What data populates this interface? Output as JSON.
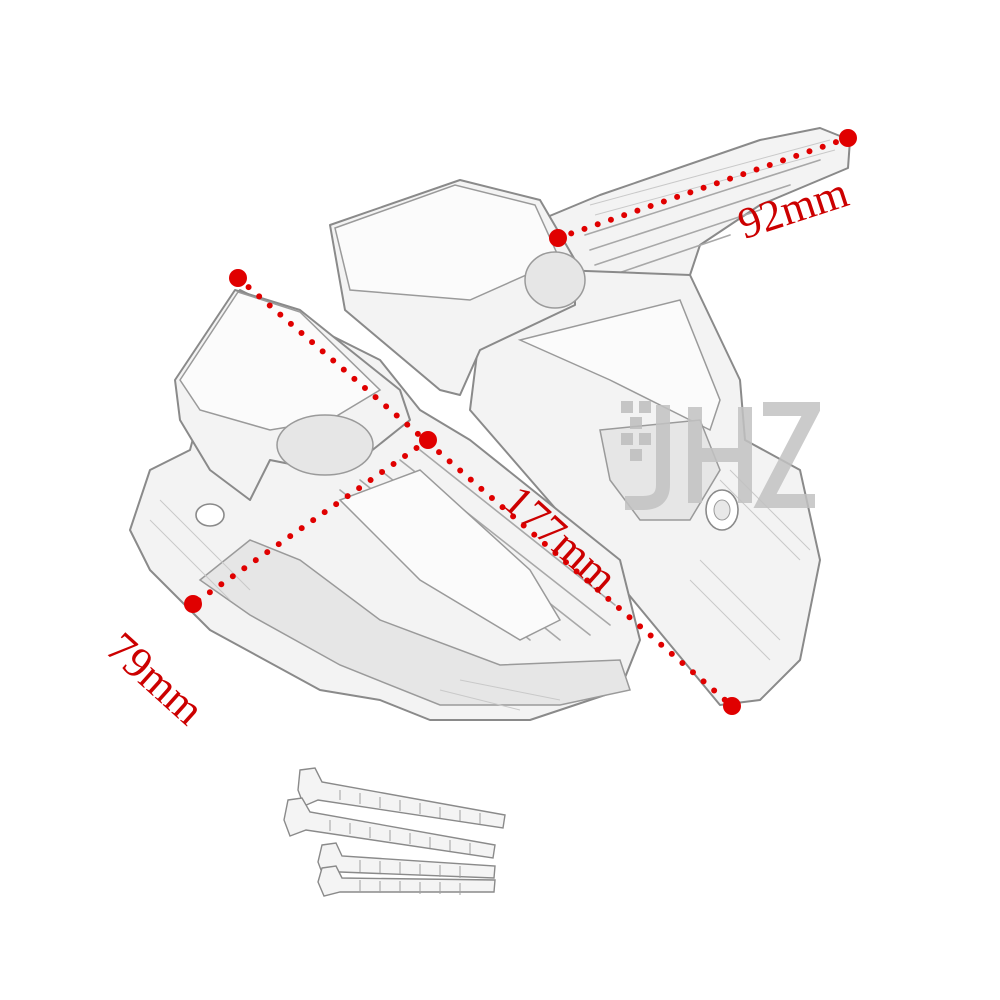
{
  "dimensions": {
    "length_label": "177mm",
    "width_label": "79mm",
    "extension_label": "92mm"
  },
  "colors": {
    "dimension_red": "#e00000",
    "dimension_text": "#cc0000",
    "part_outline": "#8a8a8a",
    "part_fill": "#f3f3f3"
  },
  "logo": {
    "mark_text": "JHZ"
  },
  "icons": [
    "footplate-left",
    "footplate-right",
    "screw-set",
    "dimension-marker"
  ]
}
